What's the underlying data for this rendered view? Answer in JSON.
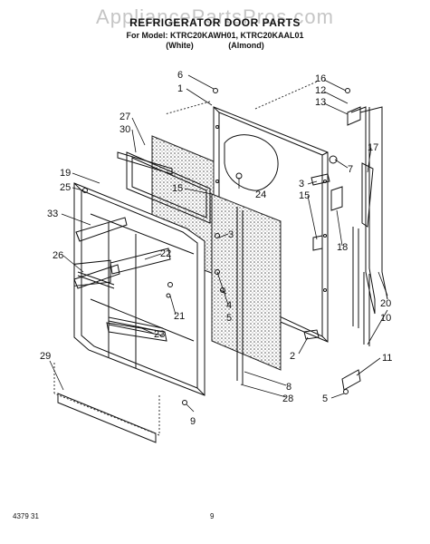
{
  "watermark": "AppliancePartsPros.com",
  "title": "REFRIGERATOR DOOR PARTS",
  "model_line": "For Model: KTRC20KAWH01, KTRC20KAAL01",
  "colors": [
    "(White)",
    "(Almond)"
  ],
  "footer": {
    "code": "4379 31",
    "page": "9"
  },
  "callouts": [
    "6",
    "1",
    "27",
    "30",
    "19",
    "25",
    "33",
    "26",
    "22",
    "21",
    "23",
    "29",
    "15",
    "24",
    "3",
    "4",
    "5",
    "16",
    "12",
    "13",
    "17",
    "7",
    "3",
    "15",
    "18",
    "20",
    "10",
    "2",
    "8",
    "28",
    "9",
    "11",
    "5"
  ]
}
